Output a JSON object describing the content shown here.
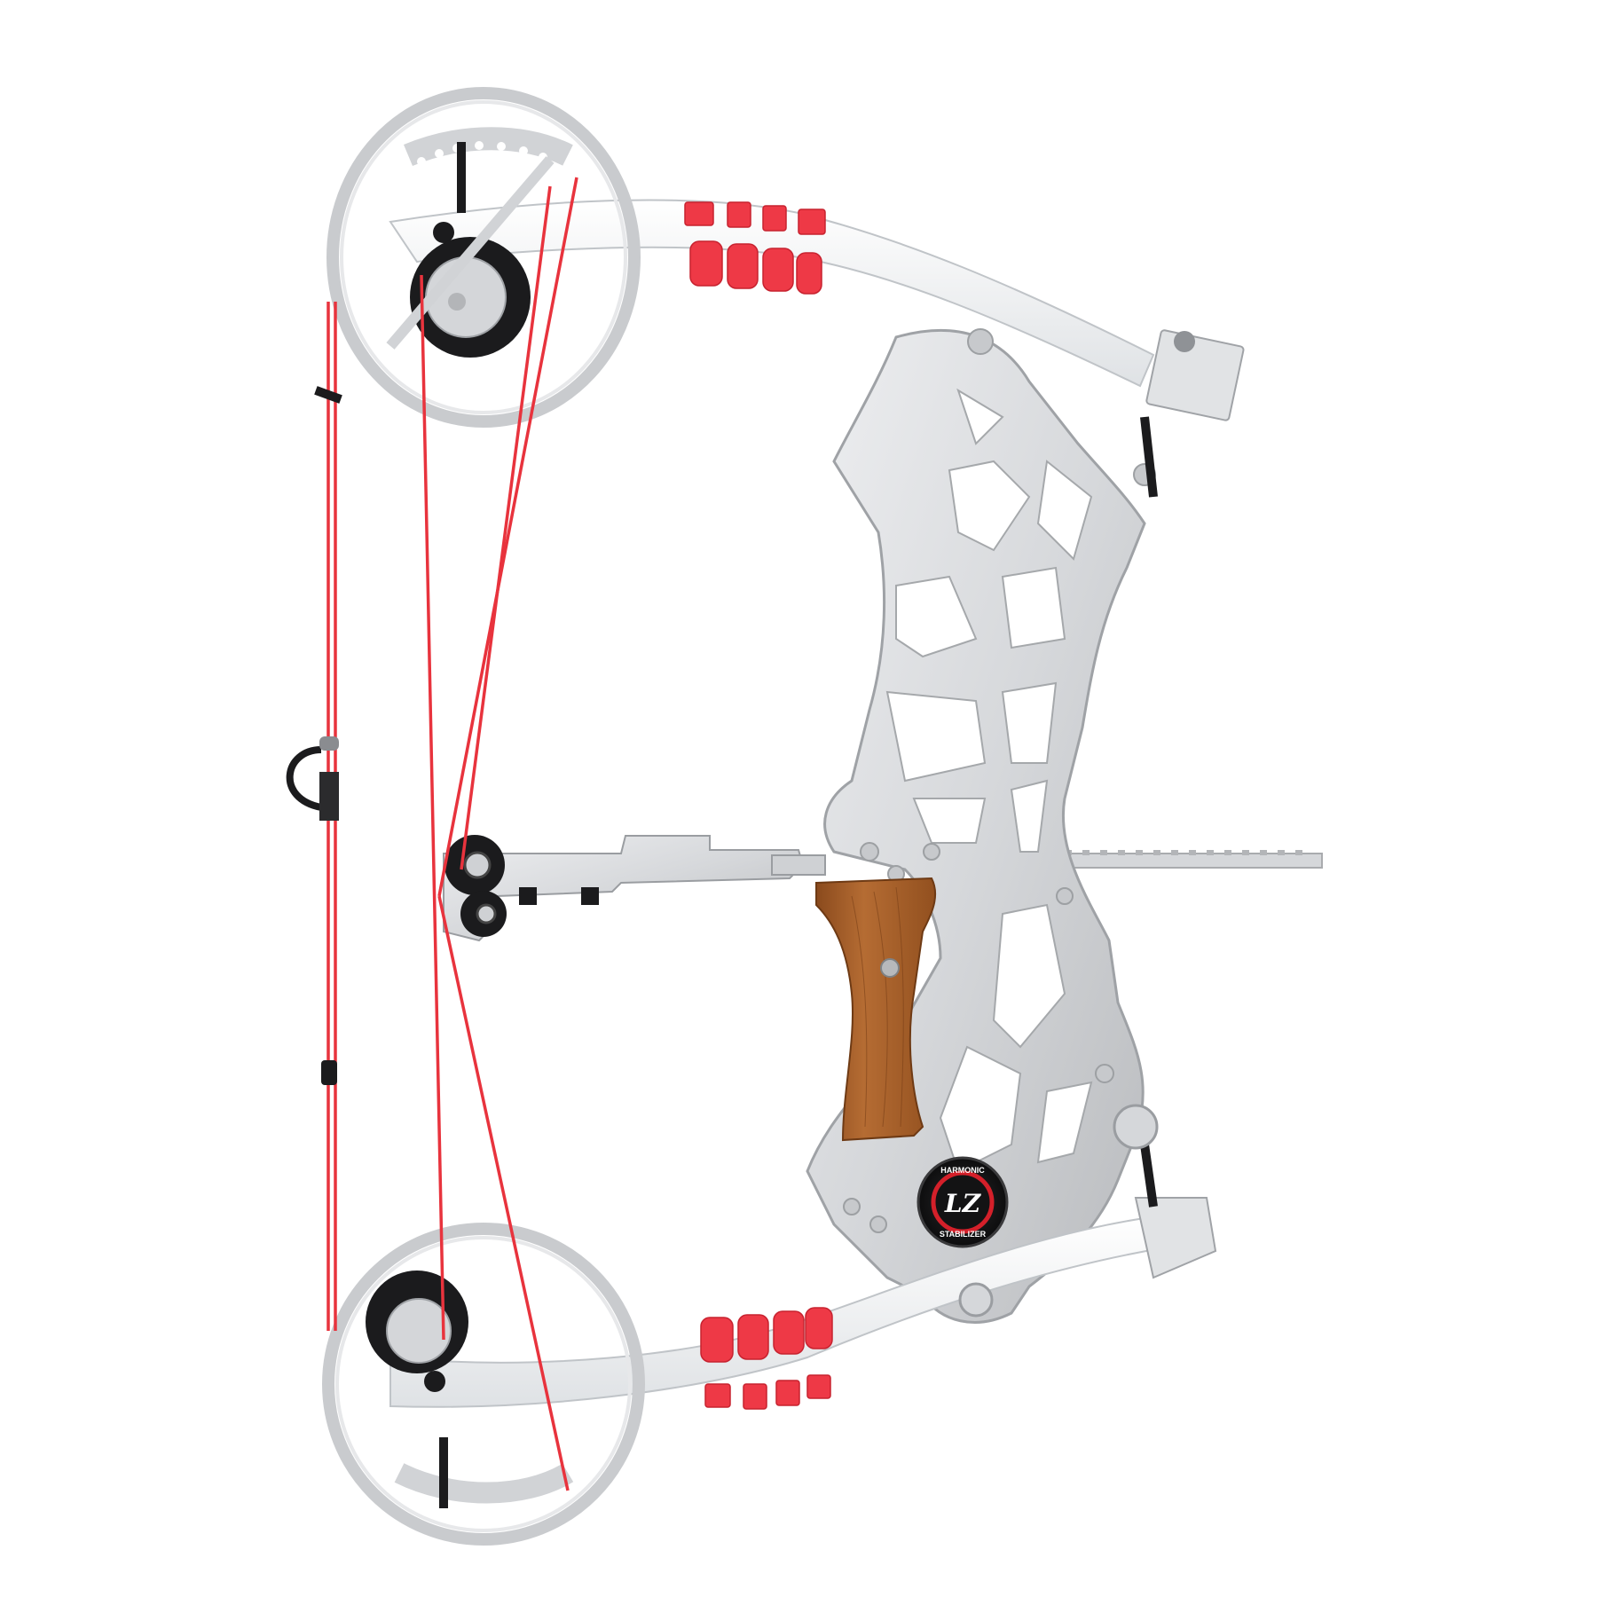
{
  "image": {
    "subject": "compound bow",
    "background_color": "#ffffff",
    "colors": {
      "aluminum": "#d9dadc",
      "aluminum_shadow": "#b8babd",
      "limb_white": "#f2f3f5",
      "string_red": "#e8333d",
      "dampener_red": "#ee3946",
      "wood": "#a8602a",
      "wood_dark": "#7e4218",
      "black": "#1b1b1d",
      "badge_red": "#d4202a"
    }
  },
  "stabilizer_badge": {
    "logo": "LZ",
    "top_text": "HARMONIC",
    "bottom_text": "STABILIZER"
  },
  "parts": {
    "riser": "skeletonized aluminum riser",
    "grip": "wooden grip",
    "upper_cam": "upper cam wheel",
    "lower_cam": "lower cam wheel",
    "upper_limb": "upper limb",
    "lower_limb": "lower limb",
    "string": "red bowstring and cables",
    "d_loop": "black d-loop",
    "cable_guard": "cable guard arm with rollers",
    "rail": "picatinny rail",
    "dampeners": "red limb dampeners"
  }
}
